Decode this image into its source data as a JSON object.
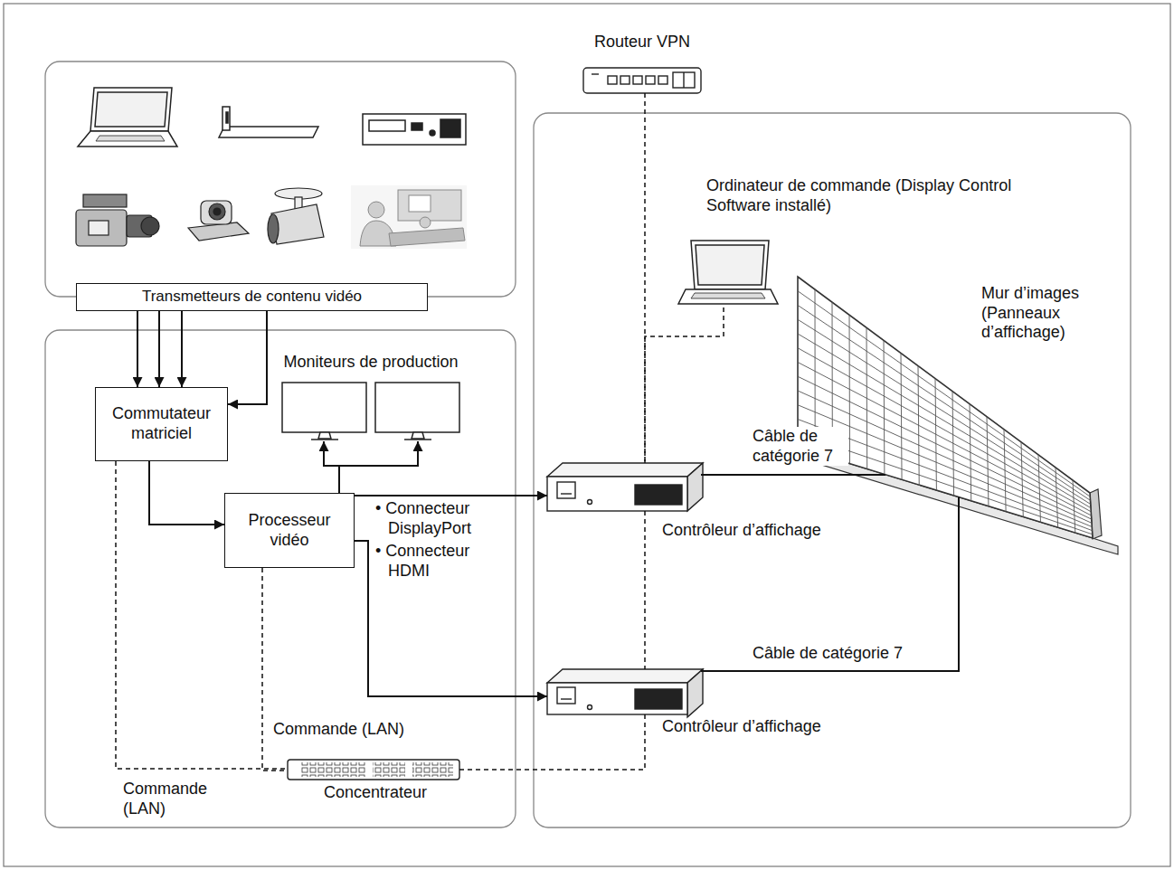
{
  "diagram": {
    "nodes": [
      {
        "text": [
          "Transmetteurs de contenu vidéo"
        ]
      },
      {
        "text": [
          "Commutateur matriciel"
        ]
      },
      {
        "text": [
          "Processeur vidéo"
        ]
      },
      {
        "text": [
          "Moniteurs de production"
        ]
      },
      {
        "text": [
          "Contrôleur d’affichage"
        ]
      },
      {
        "text": [
          "Contrôleur d’affichage"
        ]
      },
      {
        "text": [
          "Mur d’images (Panneaux d’affichage)"
        ]
      },
      {
        "text": [
          "Ordinateur de commande (Display Control Software installé)"
        ]
      },
      {
        "text": [
          "Routeur VPN"
        ]
      },
      {
        "text": [
          "Concentrateur"
        ]
      }
    ],
    "edges": [
      {
        "from": 0,
        "to": 1,
        "arrow": "to"
      },
      {
        "from": 0,
        "to": 1,
        "arrow": "to"
      },
      {
        "from": 0,
        "to": 1,
        "arrow": "to"
      },
      {
        "from": 0,
        "to": 1,
        "arrow": "to"
      },
      {
        "from": 1,
        "to": 2,
        "arrow": "to"
      },
      {
        "from": 2,
        "to": 3,
        "arrow": "to"
      },
      {
        "from": 2,
        "to": 4,
        "arrow": "to"
      },
      {
        "from": 2,
        "to": 5,
        "arrow": "to"
      },
      {
        "from": 4,
        "to": 6,
        "label": "Câble de catégorie 7",
        "arrow": "none"
      },
      {
        "from": 5,
        "to": 6,
        "label": "Câble de catégorie 7",
        "arrow": "none"
      },
      {
        "from": 1,
        "to": 9,
        "label": "Commande (LAN)",
        "arrow": "none"
      },
      {
        "from": 2,
        "to": 9,
        "label": "Commande (LAN)",
        "arrow": "none"
      },
      {
        "from": 9,
        "to": 5,
        "arrow": "none"
      },
      {
        "from": 8,
        "to": 4,
        "arrow": "none"
      },
      {
        "from": 4,
        "to": 5,
        "arrow": "none"
      },
      {
        "from": 7,
        "to": 4,
        "arrow": "none"
      }
    ],
    "labels": [
      "• Connecteur DisplayPort",
      "• Connecteur HDMI"
    ]
  }
}
